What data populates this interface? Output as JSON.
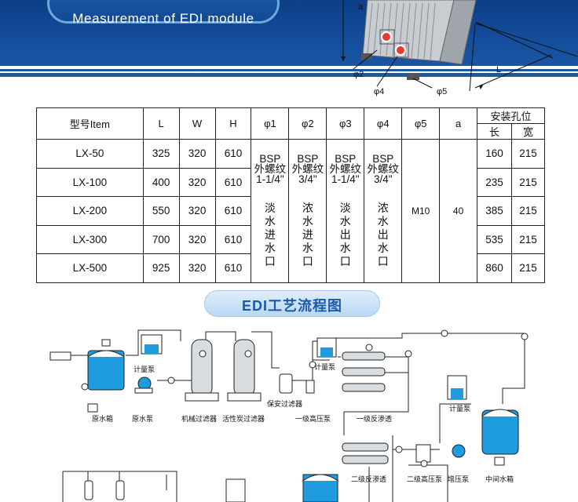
{
  "header": {
    "title": "Measurement of EDI module",
    "dims": {
      "a": "a",
      "L": "L",
      "phi2": "φ2",
      "phi4": "φ4",
      "phi5": "φ5"
    }
  },
  "table": {
    "head": {
      "item": "型号Item",
      "L": "L",
      "W": "W",
      "H": "H",
      "p1": "φ1",
      "p2": "φ2",
      "p3": "φ3",
      "p4": "φ4",
      "p5": "φ5",
      "a": "a",
      "install": "安装孔位",
      "len": "长",
      "wid": "宽"
    },
    "rows": [
      {
        "model": "LX-50",
        "L": "325",
        "W": "320",
        "H": "610",
        "len": "160",
        "wid": "215"
      },
      {
        "model": "LX-100",
        "L": "400",
        "W": "320",
        "H": "610",
        "len": "235",
        "wid": "215"
      },
      {
        "model": "LX-200",
        "L": "550",
        "W": "320",
        "H": "610",
        "len": "385",
        "wid": "215"
      },
      {
        "model": "LX-300",
        "L": "700",
        "W": "320",
        "H": "610",
        "len": "535",
        "wid": "215"
      },
      {
        "model": "LX-500",
        "L": "925",
        "W": "320",
        "H": "610",
        "len": "860",
        "wid": "215"
      }
    ],
    "ports": [
      {
        "l1": "BSP",
        "l2": "外螺纹",
        "l3": "1-1/4\"",
        "c1": "淡",
        "c2": "水",
        "c3": "进",
        "c4": "水",
        "c5": "口"
      },
      {
        "l1": "BSP",
        "l2": "外螺纹",
        "l3": "3/4\"",
        "c1": "浓",
        "c2": "水",
        "c3": "进",
        "c4": "水",
        "c5": "口"
      },
      {
        "l1": "BSP",
        "l2": "外螺纹",
        "l3": "1-1/4\"",
        "c1": "淡",
        "c2": "水",
        "c3": "出",
        "c4": "水",
        "c5": "口"
      },
      {
        "l1": "BSP",
        "l2": "外螺纹",
        "l3": "3/4\"",
        "c1": "浓",
        "c2": "水",
        "c3": "出",
        "c4": "水",
        "c5": "口"
      }
    ],
    "p5": "M10",
    "a": "40"
  },
  "process": {
    "title": "EDI工艺流程图",
    "labels": {
      "raw_tank": "原水箱",
      "raw_pump": "原水泵",
      "mech_filter": "机械过滤器",
      "carbon_filter": "活性炭过滤器",
      "security_filter": "保安过滤器",
      "hp_pump1": "一级高压泵",
      "ro1": "一级反渗透",
      "dosing1": "计量泵",
      "dosing2": "计量泵",
      "dosing3": "计量泵",
      "ro2": "二级反渗透",
      "hp_pump2": "二级高压泵",
      "booster": "增压泵",
      "mid_tank": "中间水箱"
    }
  }
}
